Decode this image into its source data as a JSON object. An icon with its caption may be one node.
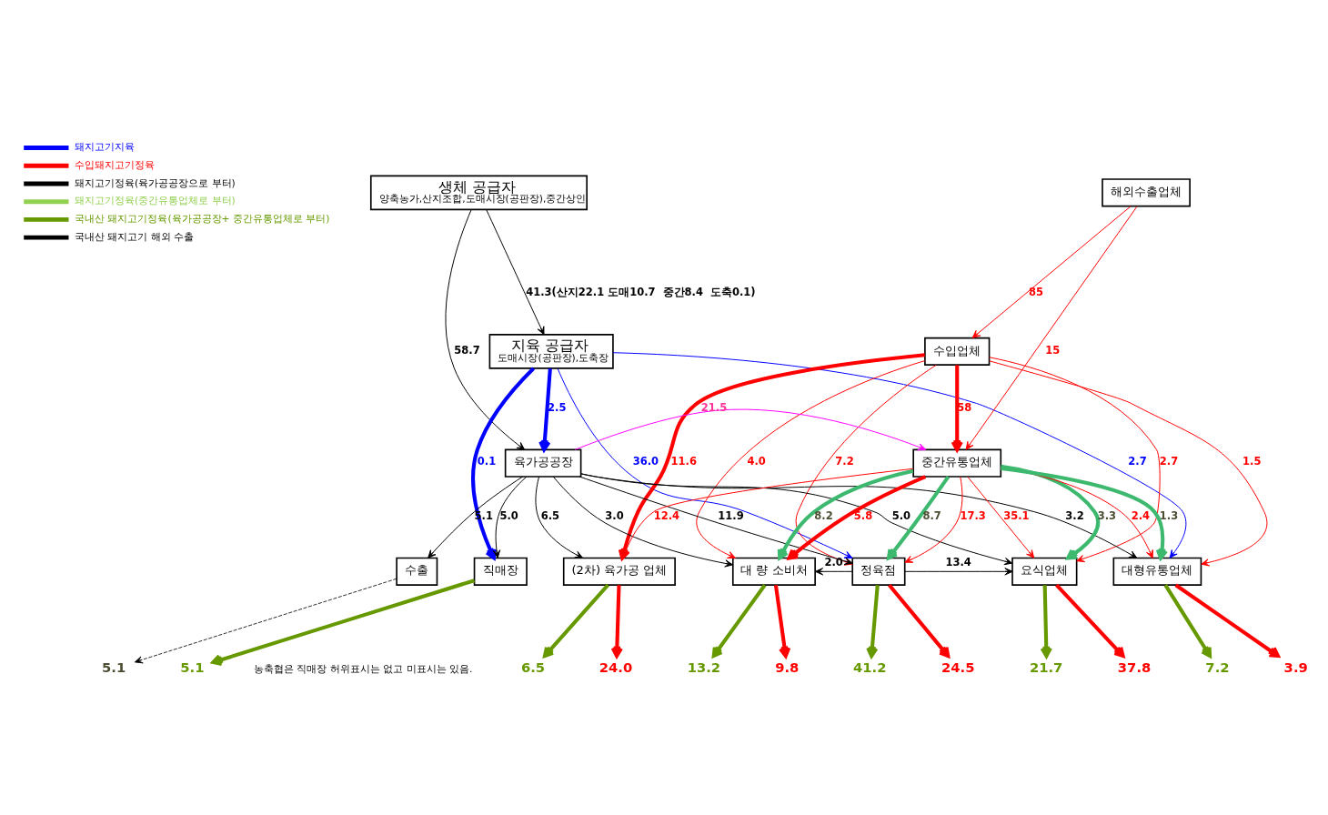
{
  "diagram": {
    "nodes": [
      {
        "text": [
          "생체 공급자",
          "양축농가,산지조합,도매시장(공판장),중간상인"
        ]
      },
      {
        "text": [
          "지육 공급자",
          "도매시장(공판장),도축장"
        ]
      },
      {
        "text": [
          "해외수출업체"
        ]
      },
      {
        "text": [
          "수입업체"
        ]
      },
      {
        "text": [
          "육가공공장"
        ]
      },
      {
        "text": [
          "중간유통업체"
        ]
      },
      {
        "text": [
          "수출"
        ]
      },
      {
        "text": [
          "직매장"
        ]
      },
      {
        "text": [
          "(2차) 육가공 업체"
        ]
      },
      {
        "text": [
          "대 량 소비처"
        ]
      },
      {
        "text": [
          "정육점"
        ]
      },
      {
        "text": [
          "요식업체"
        ]
      },
      {
        "text": [
          "대형유통업체"
        ]
      },
      {
        "text": [
          "5.1"
        ]
      },
      {
        "text": [
          "5.1"
        ]
      },
      {
        "text": [
          "6.5"
        ]
      },
      {
        "text": [
          "24.0"
        ]
      },
      {
        "text": [
          "13.2"
        ]
      },
      {
        "text": [
          "9.8"
        ]
      },
      {
        "text": [
          "41.2"
        ]
      },
      {
        "text": [
          "24.5"
        ]
      },
      {
        "text": [
          "21.7"
        ]
      },
      {
        "text": [
          "37.8"
        ]
      },
      {
        "text": [
          "7.2"
        ]
      },
      {
        "text": [
          "3.9"
        ]
      }
    ],
    "edges": [
      {
        "from": 0,
        "to": 1,
        "arrow": "to",
        "label": "41.3(산지22.1 도매10.7  중간8.4  도축0.1)",
        "color": "#000000"
      },
      {
        "from": 0,
        "to": 4,
        "arrow": "to",
        "label": "58.7",
        "color": "#000000"
      },
      {
        "from": 1,
        "to": 4,
        "arrow": "to",
        "label": "2.5",
        "style": "thick",
        "color": "#0000ff"
      },
      {
        "from": 1,
        "to": 7,
        "arrow": "to",
        "label": "0.1",
        "style": "thick",
        "color": "#0000ff"
      },
      {
        "from": 1,
        "to": 10,
        "arrow": "to",
        "label": "36.0",
        "color": "#0000ff"
      },
      {
        "from": 1,
        "to": 12,
        "arrow": "to",
        "label": "2.7",
        "color": "#0000ff"
      },
      {
        "from": 4,
        "to": 5,
        "arrow": "to",
        "label": "21.5",
        "color": "#ff00ff"
      },
      {
        "from": 2,
        "to": 5,
        "arrow": "to",
        "label": "15"
      },
      {
        "from": 2,
        "to": 3,
        "arrow": "to",
        "label": "85"
      },
      {
        "from": 3,
        "to": 5,
        "arrow": "to",
        "label": "58",
        "style": "thick"
      },
      {
        "from": 3,
        "to": 8,
        "arrow": "to",
        "label": "11.6",
        "style": "thick"
      },
      {
        "from": 3,
        "to": 9,
        "arrow": "to",
        "label": "4.0"
      },
      {
        "from": 3,
        "to": 10,
        "arrow": "to",
        "label": "7.2"
      },
      {
        "from": 3,
        "to": 11,
        "arrow": "to",
        "label": "2.7"
      },
      {
        "from": 3,
        "to": 12,
        "arrow": "to",
        "label": "1.5"
      },
      {
        "from": 5,
        "to": 8,
        "arrow": "to",
        "label": "12.4"
      },
      {
        "from": 5,
        "to": 9,
        "arrow": "to",
        "label": "5.8",
        "style": "thick"
      },
      {
        "from": 5,
        "to": 10,
        "arrow": "to",
        "label": "17.3"
      },
      {
        "from": 5,
        "to": 11,
        "arrow": "to",
        "label": "35.1"
      },
      {
        "from": 5,
        "to": 12,
        "arrow": "to",
        "label": "2.4"
      },
      {
        "from": 5,
        "to": 9,
        "arrow": "to",
        "label": "8.2",
        "style": "thick",
        "color": "#3cb96e"
      },
      {
        "from": 5,
        "to": 10,
        "arrow": "to",
        "label": "8.7",
        "style": "thick",
        "color": "#3cb96e"
      },
      {
        "from": 5,
        "to": 11,
        "arrow": "to",
        "label": "3.3",
        "style": "thick",
        "color": "#3cb96e"
      },
      {
        "from": 5,
        "to": 12,
        "arrow": "to",
        "label": "1.3",
        "style": "thick",
        "color": "#3cb96e"
      },
      {
        "from": 4,
        "to": 6,
        "arrow": "to",
        "label": "5.1",
        "color": "#000000"
      },
      {
        "from": 4,
        "to": 7,
        "arrow": "to",
        "label": "5.0",
        "color": "#000000"
      },
      {
        "from": 4,
        "to": 8,
        "arrow": "to",
        "label": "6.5",
        "color": "#000000"
      },
      {
        "from": 4,
        "to": 9,
        "arrow": "to",
        "label": "3.0",
        "color": "#000000"
      },
      {
        "from": 4,
        "to": 10,
        "arrow": "to",
        "label": "11.9",
        "color": "#000000"
      },
      {
        "from": 4,
        "to": 11,
        "arrow": "to",
        "label": "5.0",
        "color": "#000000"
      },
      {
        "from": 4,
        "to": 12,
        "arrow": "to",
        "label": "3.2",
        "color": "#000000"
      },
      {
        "from": 10,
        "to": 9,
        "arrow": "to",
        "label": "2.0",
        "color": "#000000"
      },
      {
        "from": 10,
        "to": 11,
        "arrow": "to",
        "label": "13.4",
        "color": "#000000"
      },
      {
        "from": 6,
        "to": 13,
        "arrow": "to",
        "style": "dashed",
        "color": "#000000"
      },
      {
        "from": 7,
        "to": 14,
        "arrow": "to",
        "style": "thick",
        "color": "#669900"
      },
      {
        "from": 8,
        "to": 15,
        "arrow": "to",
        "style": "thick",
        "color": "#669900"
      },
      {
        "from": 8,
        "to": 16,
        "arrow": "to",
        "style": "thick"
      },
      {
        "from": 9,
        "to": 17,
        "arrow": "to",
        "style": "thick",
        "color": "#669900"
      },
      {
        "from": 9,
        "to": 18,
        "arrow": "to",
        "style": "thick"
      },
      {
        "from": 10,
        "to": 19,
        "arrow": "to",
        "style": "thick",
        "color": "#669900"
      },
      {
        "from": 10,
        "to": 20,
        "arrow": "to",
        "style": "thick"
      },
      {
        "from": 11,
        "to": 21,
        "arrow": "to",
        "style": "thick",
        "color": "#669900"
      },
      {
        "from": 11,
        "to": 22,
        "arrow": "to",
        "style": "thick"
      },
      {
        "from": 12,
        "to": 23,
        "arrow": "to",
        "style": "thick",
        "color": "#669900"
      },
      {
        "from": 12,
        "to": 24,
        "arrow": "to",
        "style": "thick"
      }
    ],
    "labels": [
      "농축협은 직매장 허위표시는 없고 미표시는 있음."
    ],
    "legend": [
      {
        "text": "돼지고기지육",
        "color": "#0000ff"
      },
      {
        "text": "수입돼지고기정육",
        "color": "#ff0000"
      },
      {
        "text": "돼지고기정육(육가공공장으로 부터)",
        "color": "#000000"
      },
      {
        "text": "돼지고기정육(중간유통업체로 부터)",
        "color": "#92d050"
      },
      {
        "text": "국내산 돼지고기정육(육가공공장+ 중간유통업체로 부터)",
        "color": "#669900"
      },
      {
        "text": "국내산 돼지고기 해외 수출",
        "color": "#000000"
      }
    ]
  }
}
